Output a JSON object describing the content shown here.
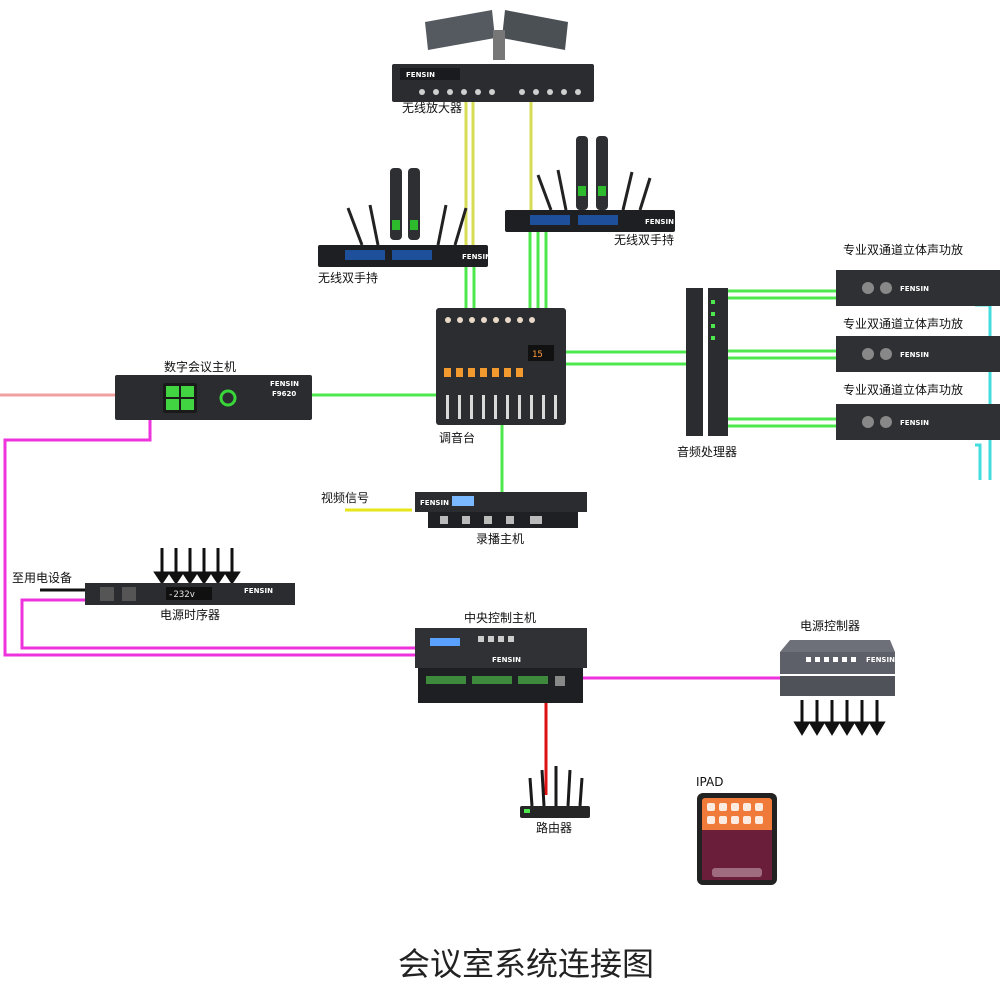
{
  "title": "会议室系统连接图",
  "labels": {
    "wireless_amplifier": "无线放大器",
    "wireless_handheld_left": "无线双手持",
    "wireless_handheld_right": "无线双手持",
    "digital_conference_host": "数字会议主机",
    "mixer": "调音台",
    "audio_processor": "音频处理器",
    "power_amp_1": "专业双通道立体声功放",
    "power_amp_2": "专业双通道立体声功放",
    "power_amp_3": "专业双通道立体声功放",
    "video_signal": "视频信号",
    "recording_host": "录播主机",
    "to_equipment": "至用电设备",
    "power_sequencer": "电源时序器",
    "central_control_host": "中央控制主机",
    "power_controller": "电源控制器",
    "router": "路由器",
    "ipad": "IPAD"
  },
  "device_text": {
    "brand": "FENSIN",
    "conference_model": "F9620",
    "sequencer_display": "-232v",
    "mixer_display": "15"
  },
  "colors": {
    "audio_link": "#4ee84e",
    "wireless_link": "#d6dd55",
    "control_link": "#ee33dd",
    "network_link": "#dd1111",
    "speaker_link": "#44dddd",
    "video_link": "#e6e61a",
    "power_link": "#111111",
    "external_link": "#f0a0a0"
  }
}
